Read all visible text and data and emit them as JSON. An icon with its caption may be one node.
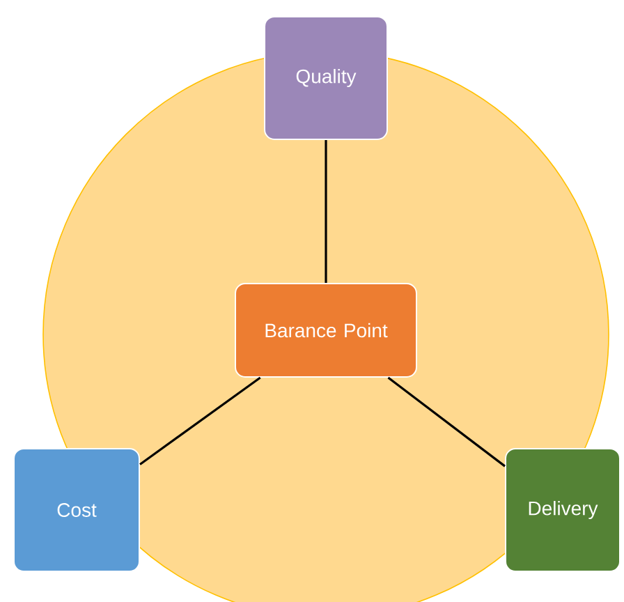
{
  "diagram": {
    "nodes": [
      {
        "text": [
          "Quality"
        ]
      },
      {
        "text": [
          "Barance Point"
        ]
      },
      {
        "text": [
          "Cost"
        ]
      },
      {
        "text": [
          "Delivery"
        ]
      }
    ],
    "edges": [
      {
        "from": 1,
        "to": 0,
        "arrow": "none"
      },
      {
        "from": 1,
        "to": 2,
        "arrow": "none"
      },
      {
        "from": 1,
        "to": 3,
        "arrow": "none"
      }
    ]
  }
}
